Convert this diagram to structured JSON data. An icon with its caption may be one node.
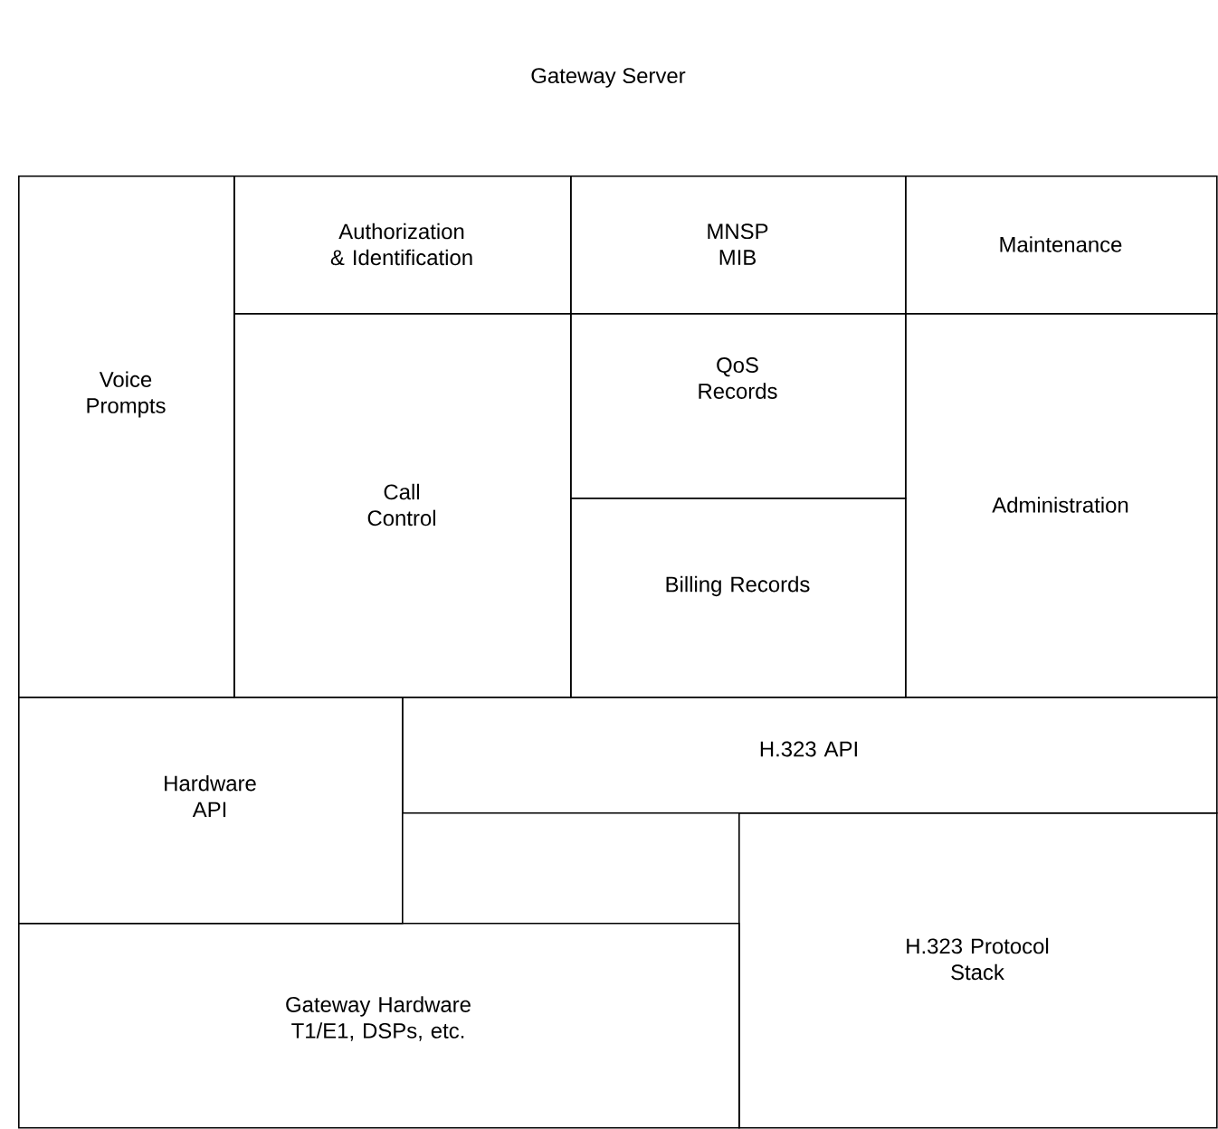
{
  "diagram": {
    "title": "Gateway Server",
    "nodes": [
      {
        "text": [
          "Voice Prompts"
        ]
      },
      {
        "text": [
          "Authorization & Identification"
        ]
      },
      {
        "text": [
          "MNSP MIB"
        ]
      },
      {
        "text": [
          "Maintenance"
        ]
      },
      {
        "text": [
          "Call Control"
        ]
      },
      {
        "text": [
          "QoS Records"
        ]
      },
      {
        "text": [
          "Billing Records"
        ]
      },
      {
        "text": [
          "Administration"
        ]
      },
      {
        "text": [
          "Hardware API"
        ]
      },
      {
        "text": [
          "H.323 API"
        ]
      },
      {
        "text": [
          "H.323 Protocol Stack"
        ]
      },
      {
        "text": [
          "Gateway Hardware T1/E1, DSPs, etc."
        ]
      }
    ]
  }
}
